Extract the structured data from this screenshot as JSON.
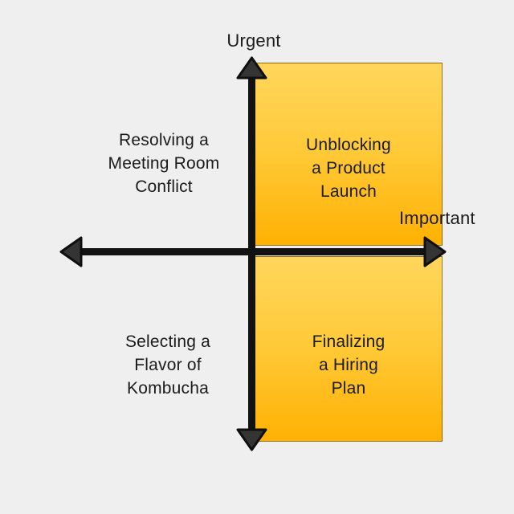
{
  "axes": {
    "vertical_label": "Urgent",
    "horizontal_label": "Important"
  },
  "quadrants": {
    "top_left": {
      "lines": [
        "Resolving a",
        "Meeting Room",
        "Conflict"
      ],
      "highlighted": false
    },
    "top_right": {
      "lines": [
        "Unblocking",
        "a Product",
        "Launch"
      ],
      "highlighted": true
    },
    "bottom_left": {
      "lines": [
        "Selecting a",
        "Flavor of",
        "Kombucha"
      ],
      "highlighted": false
    },
    "bottom_right": {
      "lines": [
        "Finalizing",
        "a Hiring",
        "Plan"
      ],
      "highlighted": true
    }
  },
  "colors": {
    "background": "#EFEFEF",
    "highlight_gradient_top": "#FFD65C",
    "highlight_gradient_bottom": "#FFB103",
    "highlight_border": "#3A3414",
    "axis": "#121212",
    "arrowhead_fill": "#343434",
    "text": "#1B1B1B"
  }
}
